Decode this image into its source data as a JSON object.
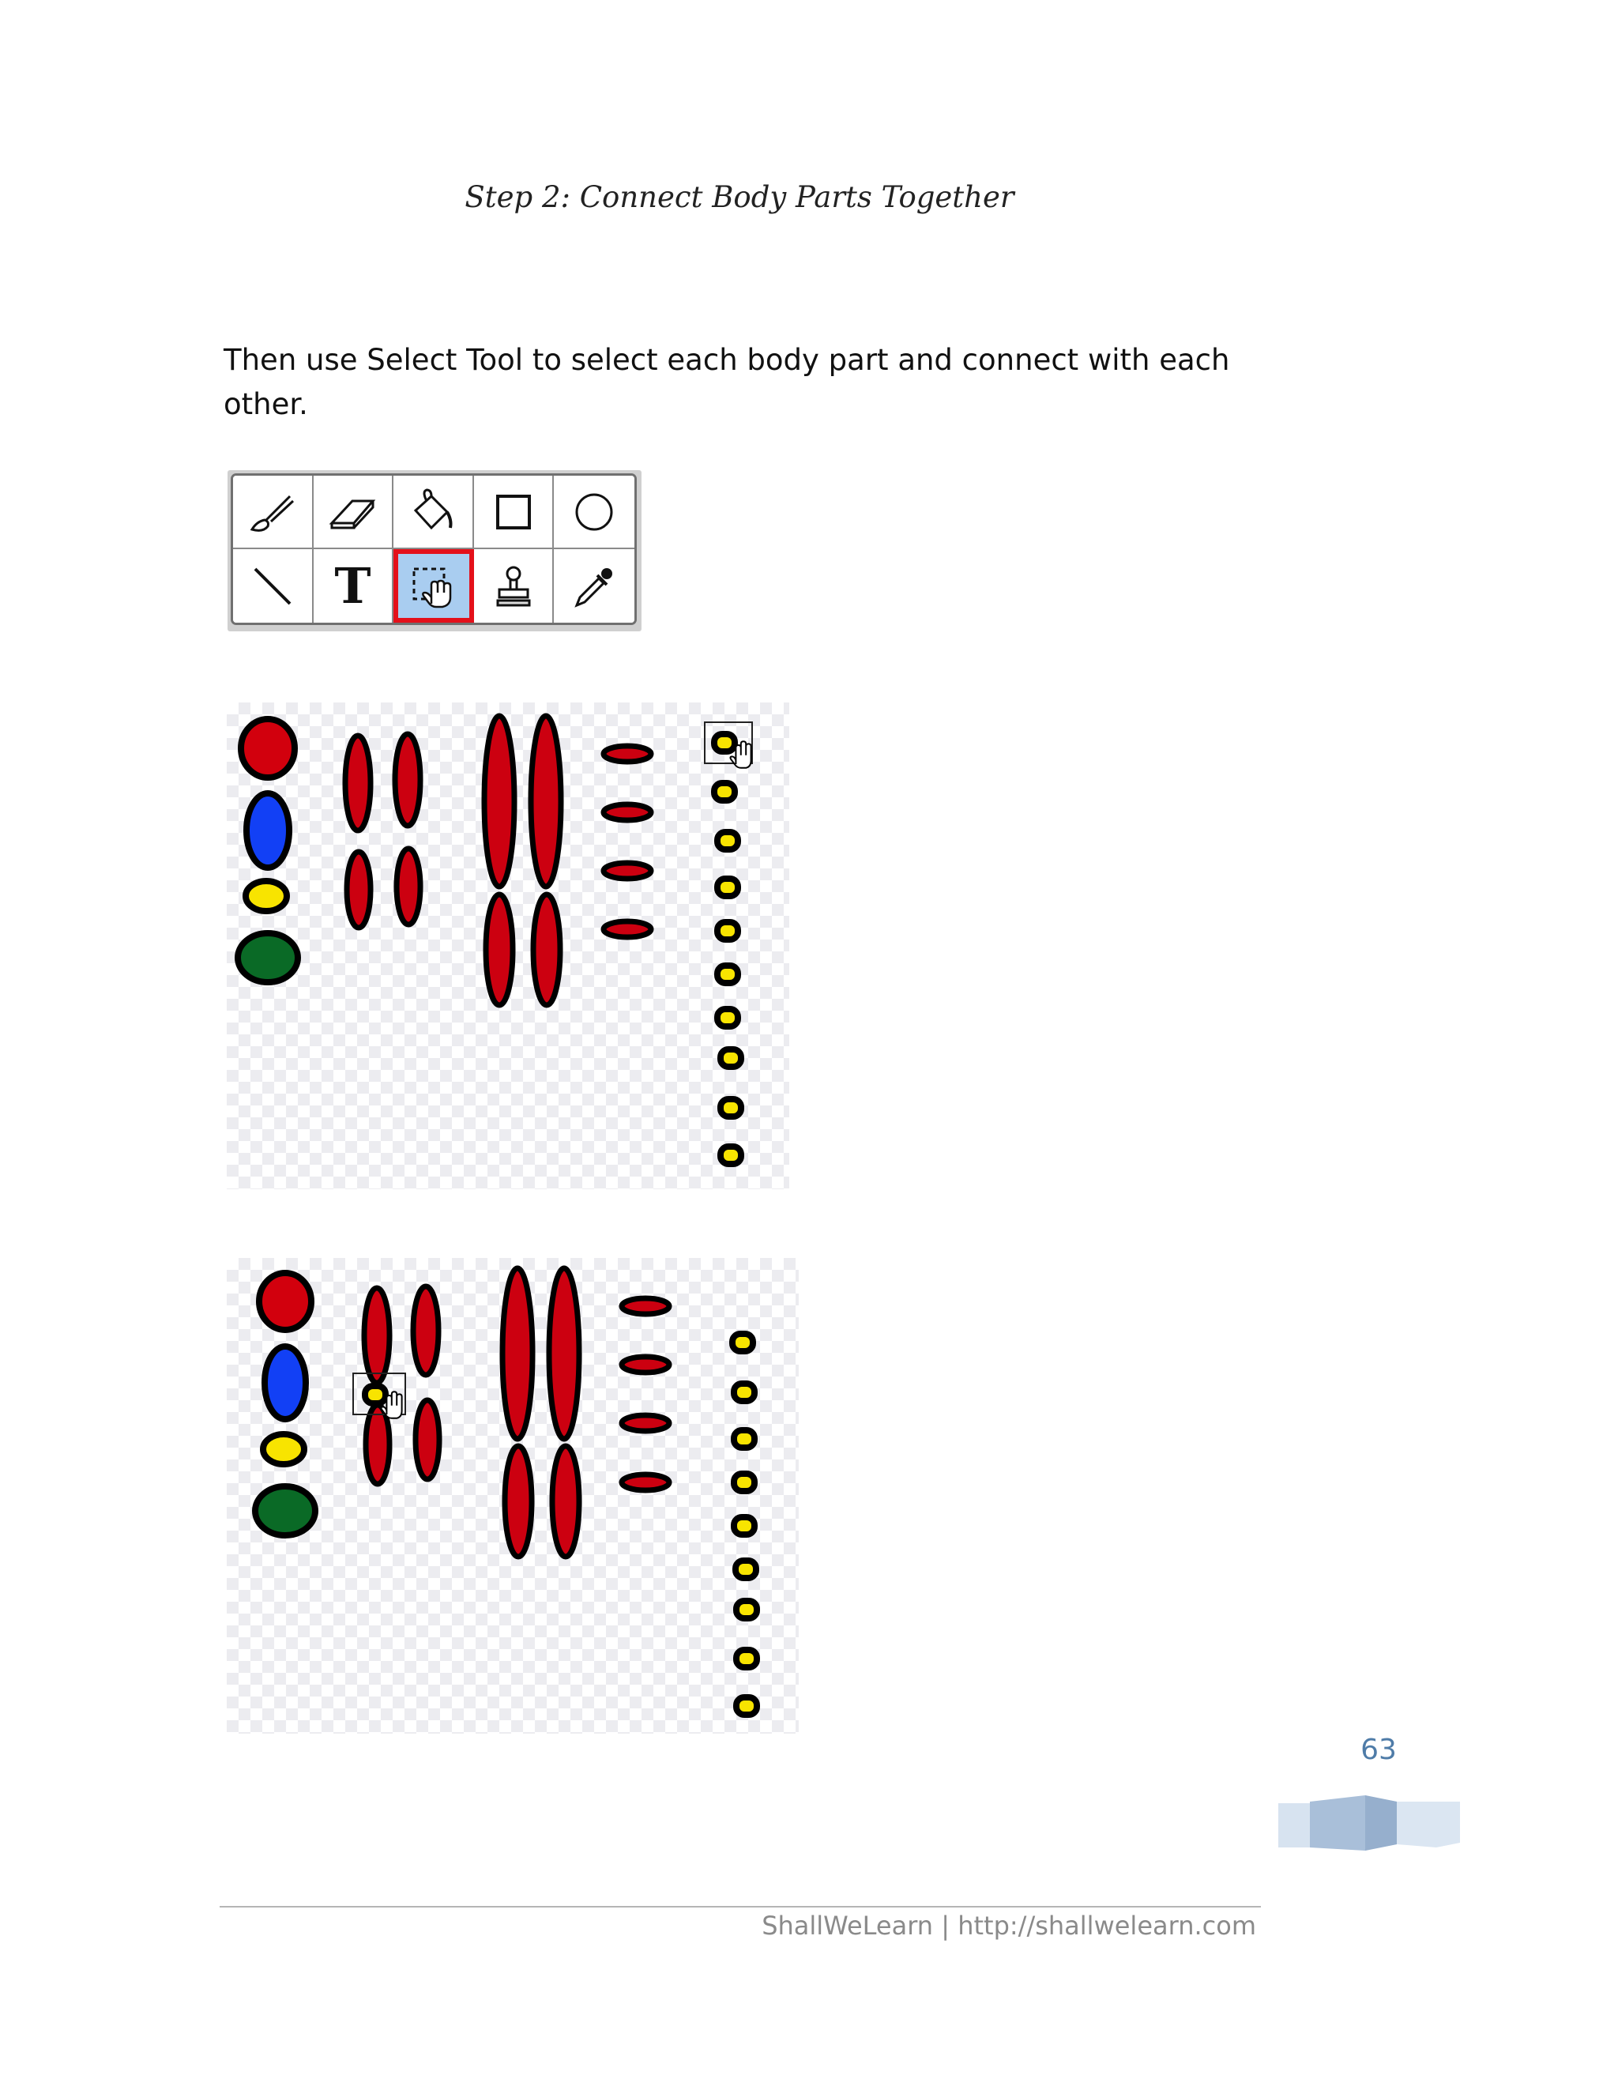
{
  "heading": "Step 2: Connect Body Parts Together",
  "paragraph": "Then use Select Tool to select each body part and connect with each other.",
  "toolbox": {
    "tools": [
      {
        "icon": "paintbrush-icon",
        "selected": false
      },
      {
        "icon": "eraser-icon",
        "selected": false
      },
      {
        "icon": "fill-bucket-icon",
        "selected": false
      },
      {
        "icon": "rectangle-icon",
        "selected": false
      },
      {
        "icon": "ellipse-icon",
        "selected": false
      },
      {
        "icon": "line-icon",
        "selected": false
      },
      {
        "icon": "text-tool-icon",
        "text": "T",
        "selected": false
      },
      {
        "icon": "select-tool-icon",
        "selected": true
      },
      {
        "icon": "stamp-icon",
        "selected": false
      },
      {
        "icon": "eyedropper-icon",
        "selected": false
      }
    ],
    "highlight_color": "#e4101a"
  },
  "body_parts": {
    "colors": {
      "head": "#d2000d",
      "body": "#1240f5",
      "neck": "#f8e400",
      "base": "#0a6a26",
      "limb": "#cc0010",
      "joint": "#f8e400",
      "outline": "#000000"
    }
  },
  "page_number": "63",
  "footer": "ShallWeLearn  |  http://shallwelearn.com"
}
